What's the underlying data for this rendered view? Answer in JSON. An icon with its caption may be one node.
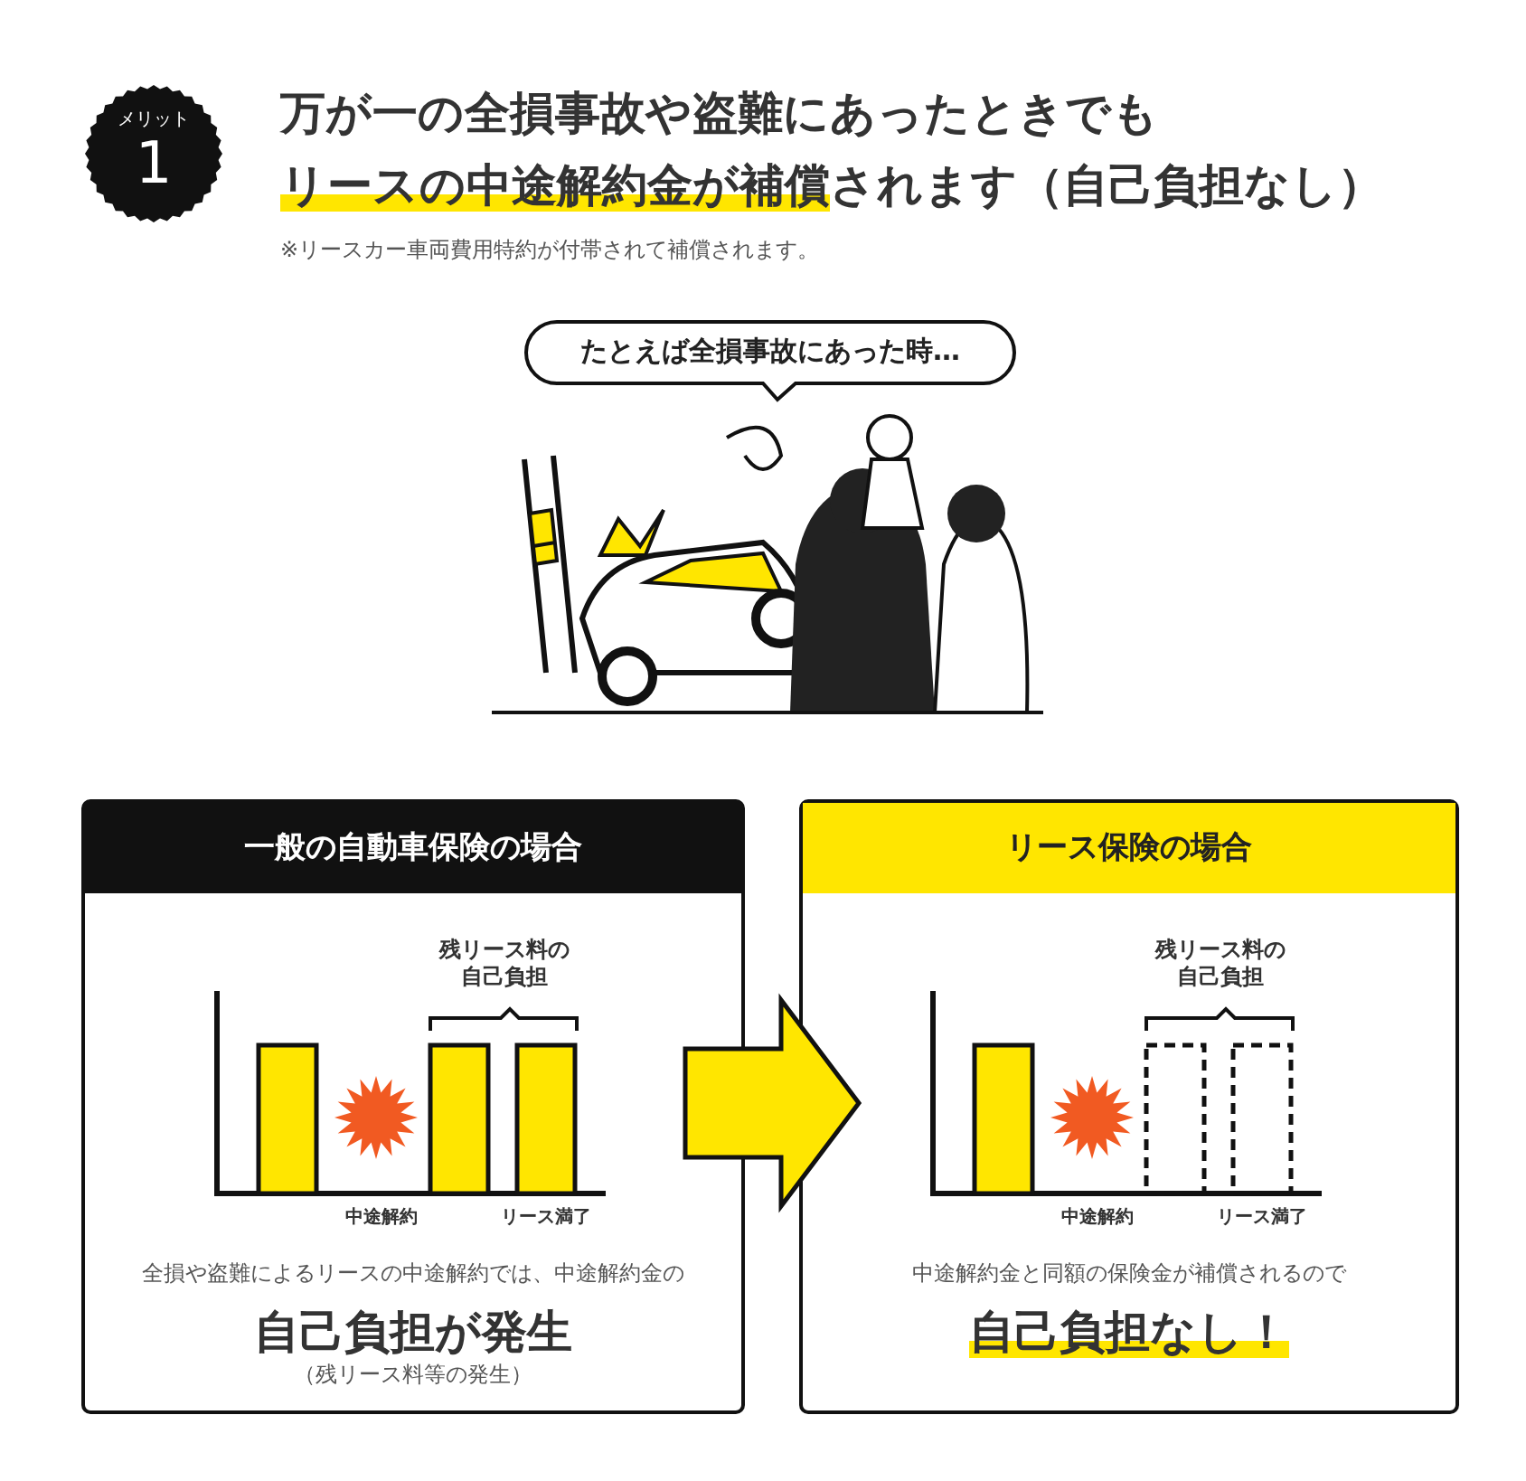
{
  "diagram": {
    "title": "万が一の全損事故や盗難にあったときでも",
    "nodes": [
      {
        "text": [
          "メリット",
          "1"
        ]
      },
      {
        "text": [
          "たとえば全損事故にあった時…"
        ]
      },
      {
        "text": [
          "一般の自動車保険の場合",
          "全損や盗難によるリースの中途解約では、中途解約金の",
          "自己負担が発生",
          "（残リース料等の発生）"
        ]
      },
      {
        "text": [
          "リース保険の場合",
          "中途解約金と同額の保険金が補償されるので",
          "自己負担なし！"
        ]
      }
    ],
    "edges": [
      {
        "from": 2,
        "to": 3,
        "arrow": "to"
      }
    ],
    "labels": [
      "リースの中途解約金が補償されます（自己負担なし）",
      "※リースカー車両費用特約が付帯されて補償されます。",
      "残リース料の自己負担",
      "中途解約",
      "リース満了",
      "残リース料の自己負担",
      "中途解約",
      "リース満了"
    ]
  }
}
